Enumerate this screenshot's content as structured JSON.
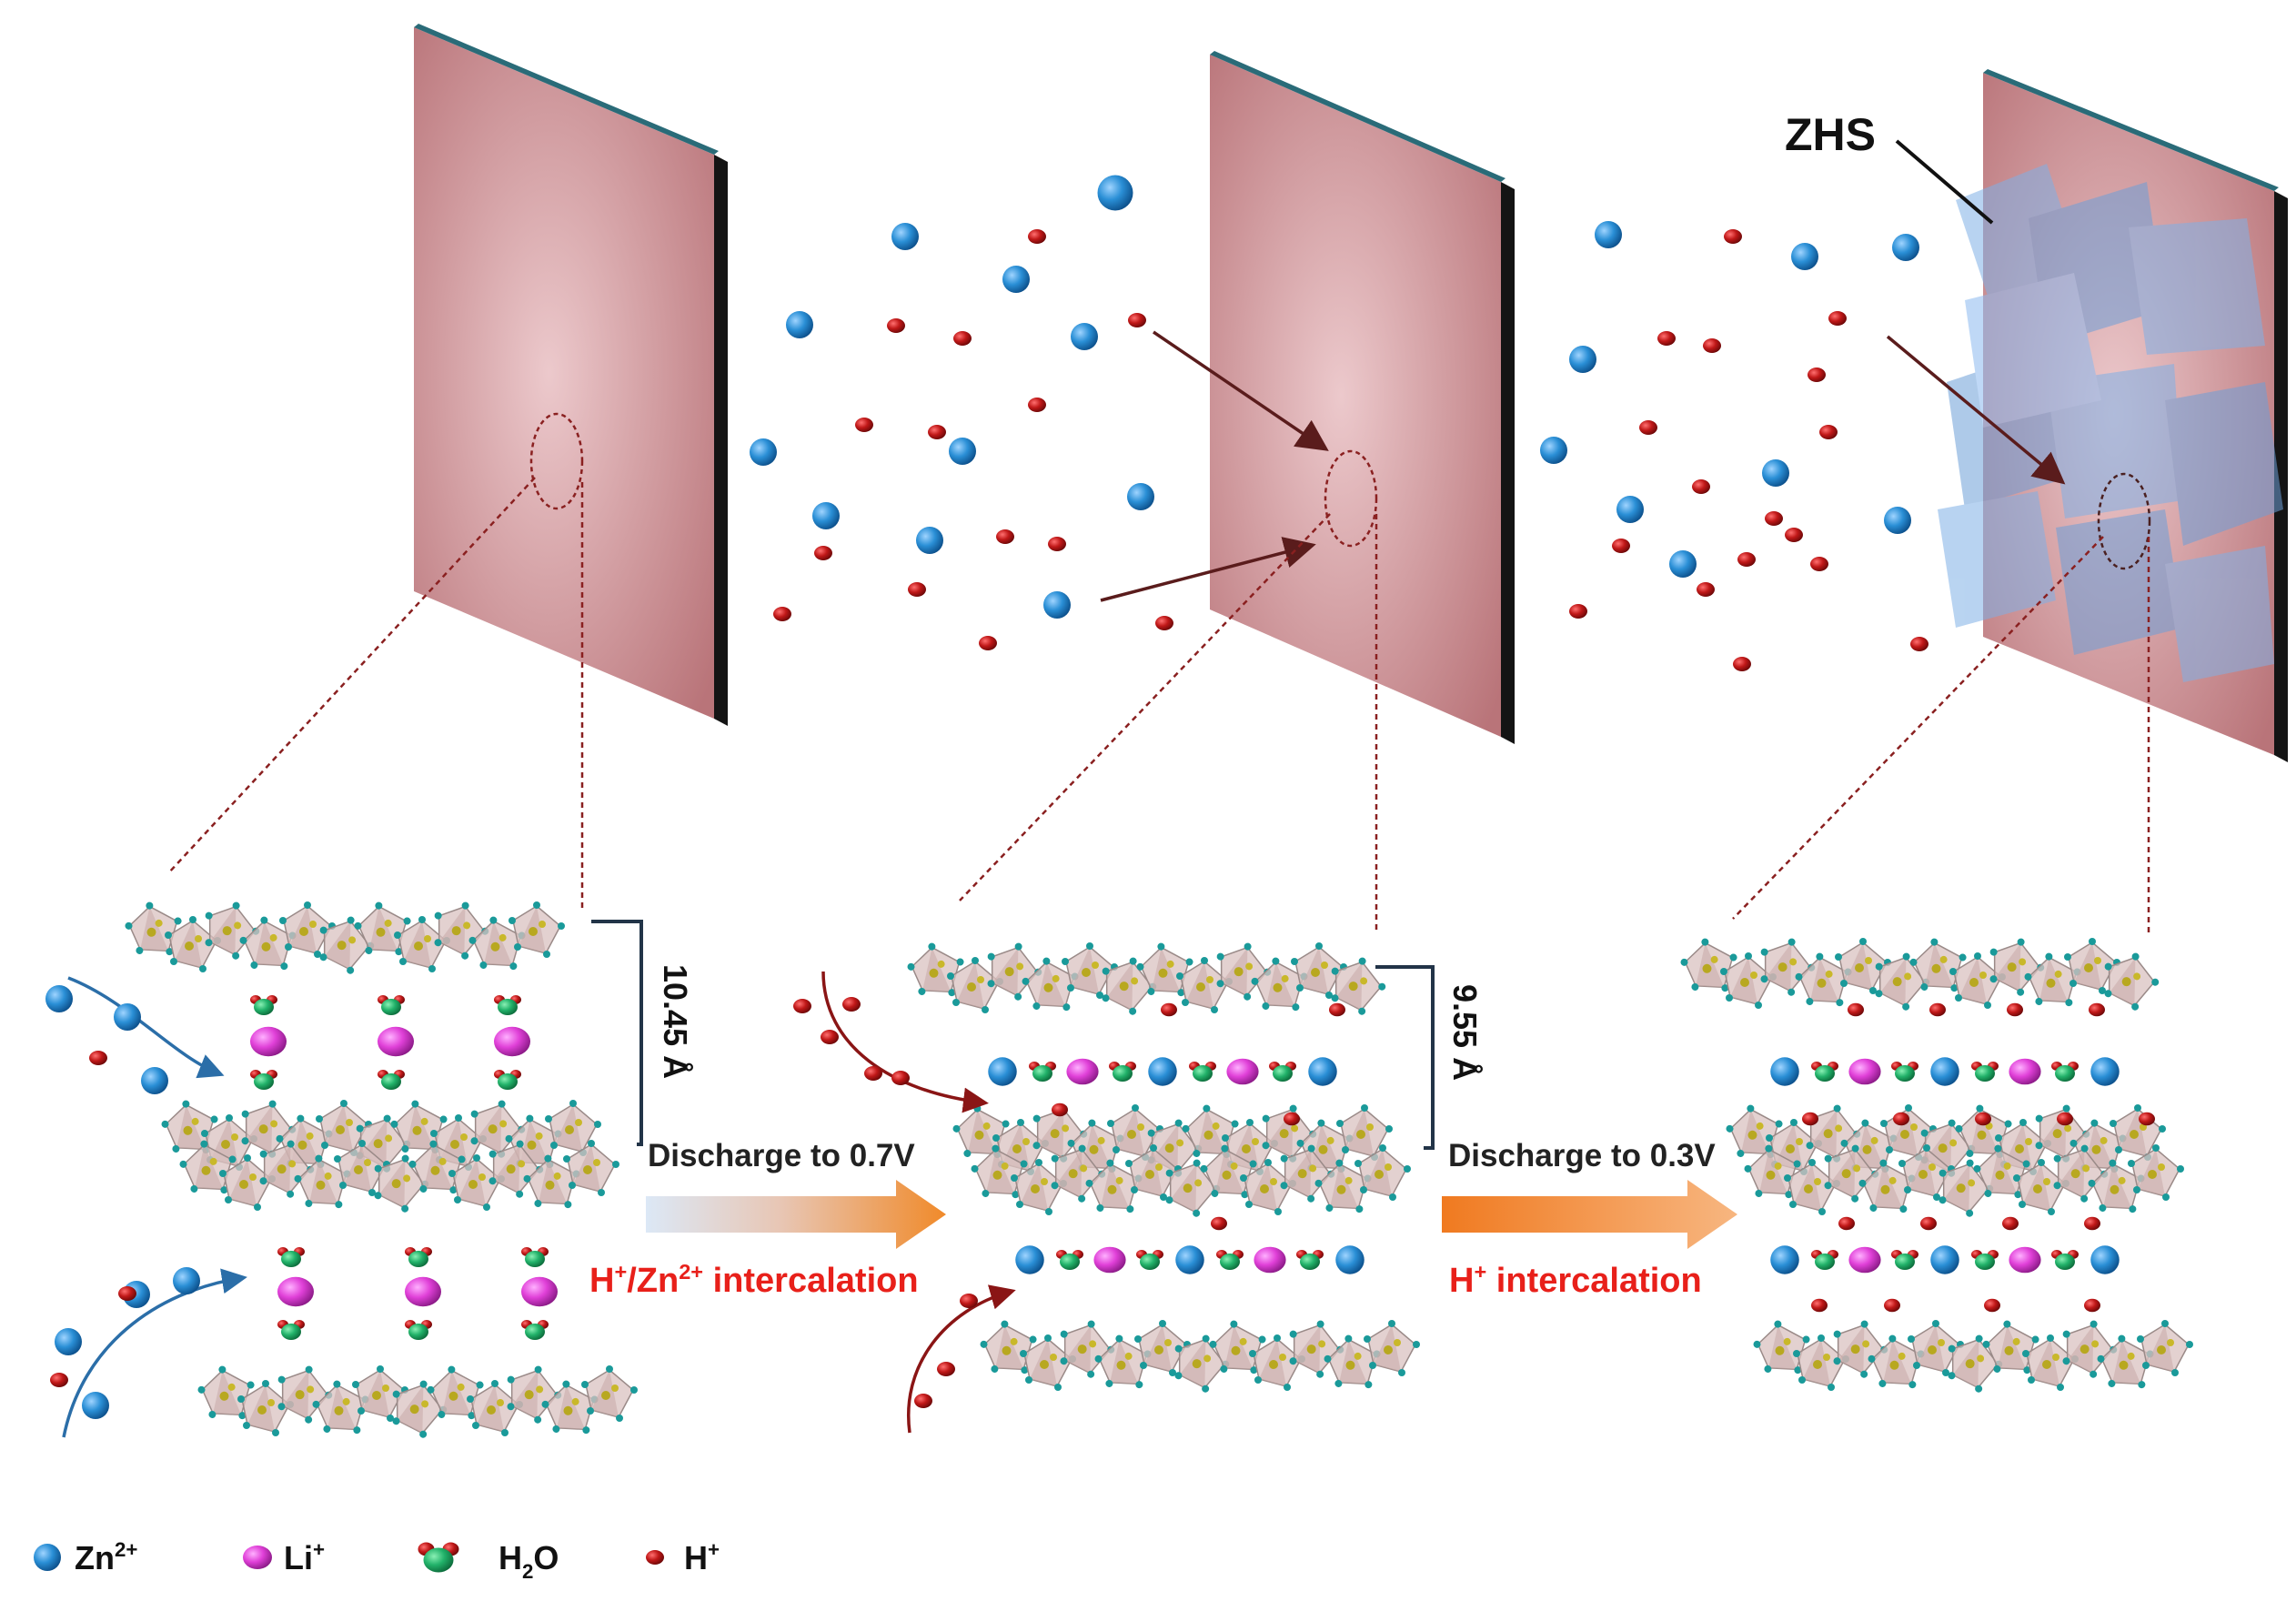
{
  "labels": {
    "zhs": "ZHS",
    "spacing1": "10.45 Å",
    "spacing2": "9.55 Å",
    "discharge1": "Discharge to 0.7V",
    "discharge2": "Discharge to 0.3V",
    "intercal1_pre": "H",
    "intercal1_sup1": "+",
    "intercal1_mid": "/Zn",
    "intercal1_sup2": "2+",
    "intercal1_post": " intercalation",
    "intercal2_pre": "H",
    "intercal2_sup": "+",
    "intercal2_post": " intercalation"
  },
  "legend": [
    {
      "base": "Zn",
      "sup": "2+",
      "sub": "",
      "icon": "zn-ion"
    },
    {
      "base": "Li",
      "sup": "+",
      "sub": "",
      "icon": "li-ion"
    },
    {
      "base": "H",
      "sup": "",
      "sub": "2",
      "tail": "O",
      "icon": "water-molecule"
    },
    {
      "base": "H",
      "sup": "+",
      "sub": "",
      "icon": "proton"
    }
  ],
  "colors": {
    "zn": "#1e82c8",
    "li": "#e040d8",
    "h2o_o": "#22b26a",
    "proton": "#b01818",
    "panel": "#c4868a",
    "zhs": "#7fb0e6",
    "arrow_orange": "#f08a2a",
    "label_red": "#e8201a",
    "arrow_blue": "#2b6ea8",
    "arrow_dark_red": "#8a1515"
  }
}
